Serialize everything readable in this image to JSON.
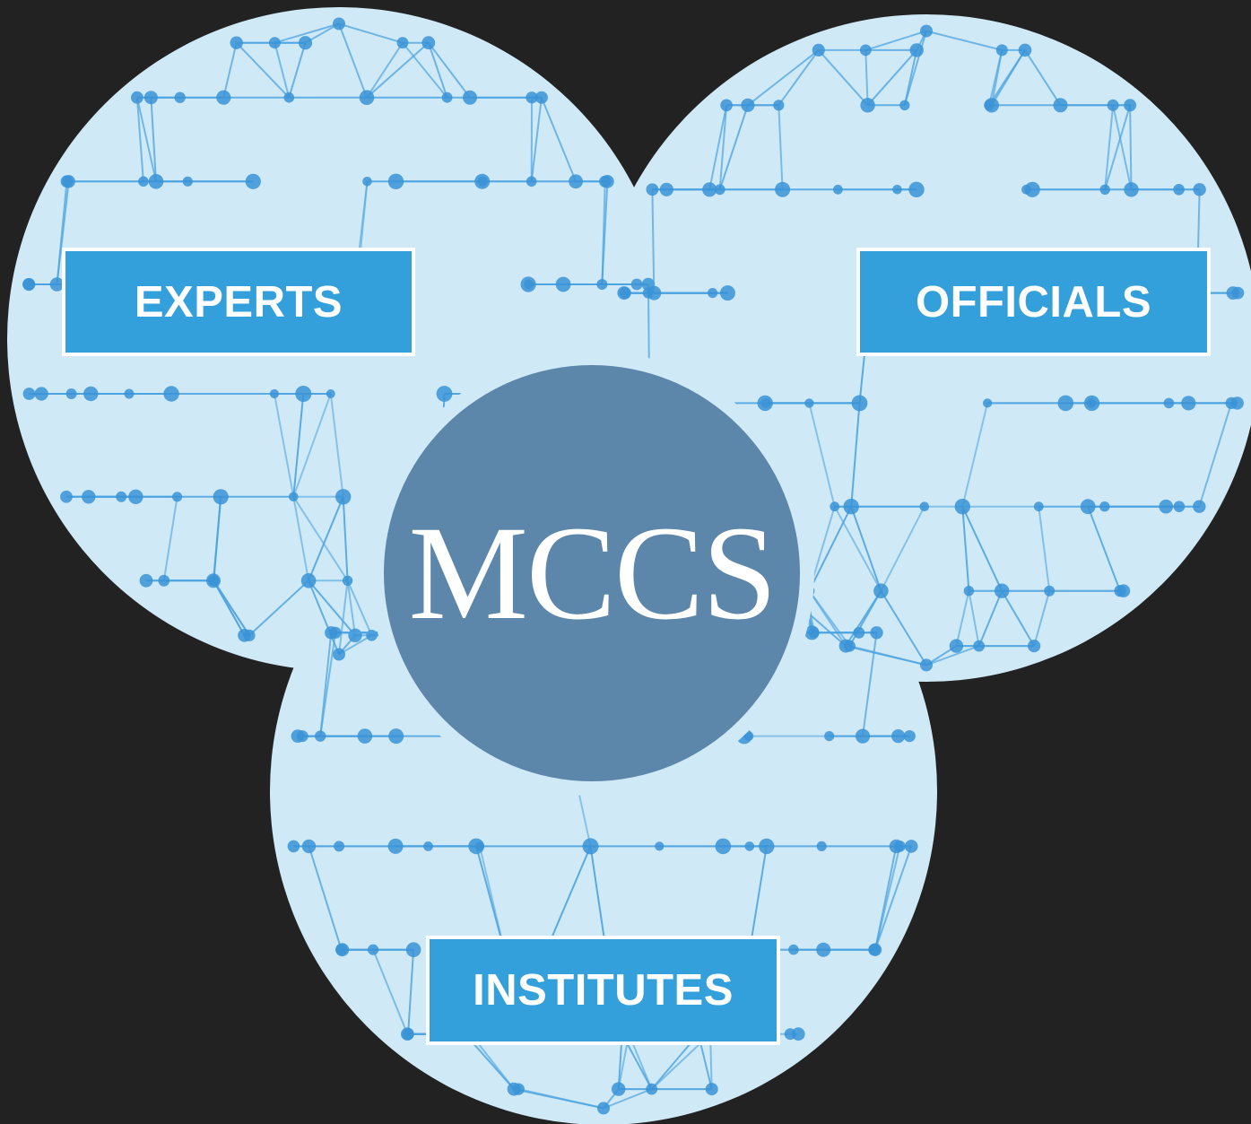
{
  "diagram": {
    "background_color": "#222222",
    "sphere_fill_color": "#cfe9f7",
    "network_line_color": "#4ba3e0",
    "network_node_color": "#3a93d6",
    "label_fill_color": "#34a0db",
    "label_text_color": "#ffffff",
    "center_fill_color": "#5d86ab",
    "center_ring_color": "#cfe9f7",
    "center_logo_text": "MCCS",
    "nodes": [
      {
        "id": "experts",
        "label": "EXPERTS"
      },
      {
        "id": "officials",
        "label": "OFFICIALS"
      },
      {
        "id": "institutes",
        "label": "INSTITUTES"
      }
    ]
  }
}
